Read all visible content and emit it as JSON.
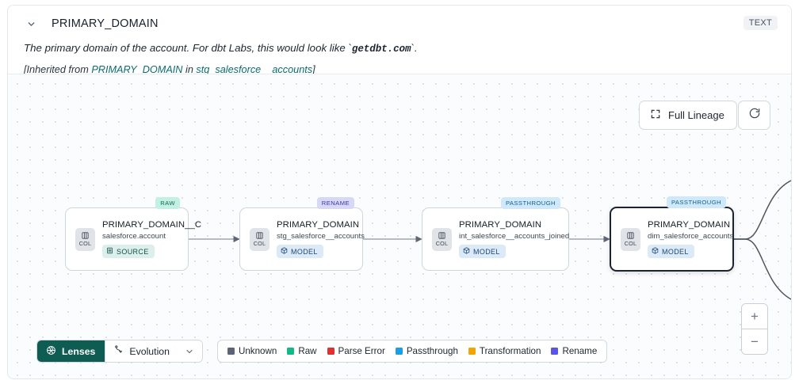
{
  "header": {
    "chevron_icon": "chevron-down-icon",
    "title": "PRIMARY_DOMAIN",
    "type_badge": "TEXT",
    "description_prefix": "The primary domain of the account. For dbt Labs, this would look like `",
    "description_code": "getdbt.com",
    "description_suffix": "`.",
    "inherited_prefix": "[Inherited from ",
    "inherited_link": "PRIMARY_DOMAIN",
    "inherited_mid": " in ",
    "inherited_source": "stg_salesforce__accounts",
    "inherited_suffix": "]"
  },
  "toolbar": {
    "full_lineage_label": "Full Lineage",
    "full_lineage_icon": "expand-icon",
    "refresh_icon": "refresh-icon"
  },
  "zoom_controls": {
    "zoom_in_label": "+",
    "zoom_out_label": "−"
  },
  "graph": {
    "nodes": [
      {
        "tag": "RAW",
        "tag_kind": "raw",
        "badge": "COL",
        "badge_icon": "column-icon",
        "name": "PRIMARY_DOMAIN__C",
        "subtitle": "salesforce.account",
        "kind_label": "SOURCE",
        "kind_icon": "database-icon",
        "kind_class": "kind-source",
        "selected": false
      },
      {
        "tag": "RENAME",
        "tag_kind": "rename",
        "badge": "COL",
        "badge_icon": "column-icon",
        "name": "PRIMARY_DOMAIN",
        "subtitle": "stg_salesforce__accounts",
        "kind_label": "MODEL",
        "kind_icon": "cube-icon",
        "kind_class": "kind-model",
        "selected": false
      },
      {
        "tag": "PASSTHROUGH",
        "tag_kind": "passthrough",
        "badge": "COL",
        "badge_icon": "column-icon",
        "name": "PRIMARY_DOMAIN",
        "subtitle": "int_salesforce__accounts_joined",
        "kind_label": "MODEL",
        "kind_icon": "cube-icon",
        "kind_class": "kind-model",
        "selected": false
      },
      {
        "tag": "PASSTHROUGH",
        "tag_kind": "passthrough",
        "badge": "COL",
        "badge_icon": "column-icon",
        "name": "PRIMARY_DOMAIN",
        "subtitle": "dim_salesforce_accounts",
        "kind_label": "MODEL",
        "kind_icon": "cube-icon",
        "kind_class": "kind-model",
        "selected": true
      }
    ]
  },
  "bottom_bar": {
    "lenses_label": "Lenses",
    "lenses_icon": "aperture-icon",
    "evolution_label": "Evolution",
    "evolution_icon": "evolution-icon",
    "evolution_chevron": "chevron-down-icon",
    "legend": [
      {
        "label": "Unknown",
        "color": "#5a6472"
      },
      {
        "label": "Raw",
        "color": "#12b886"
      },
      {
        "label": "Parse Error",
        "color": "#e03131"
      },
      {
        "label": "Passthrough",
        "color": "#1c9fe0"
      },
      {
        "label": "Transformation",
        "color": "#f2a307"
      },
      {
        "label": "Rename",
        "color": "#5b54e8"
      }
    ]
  }
}
